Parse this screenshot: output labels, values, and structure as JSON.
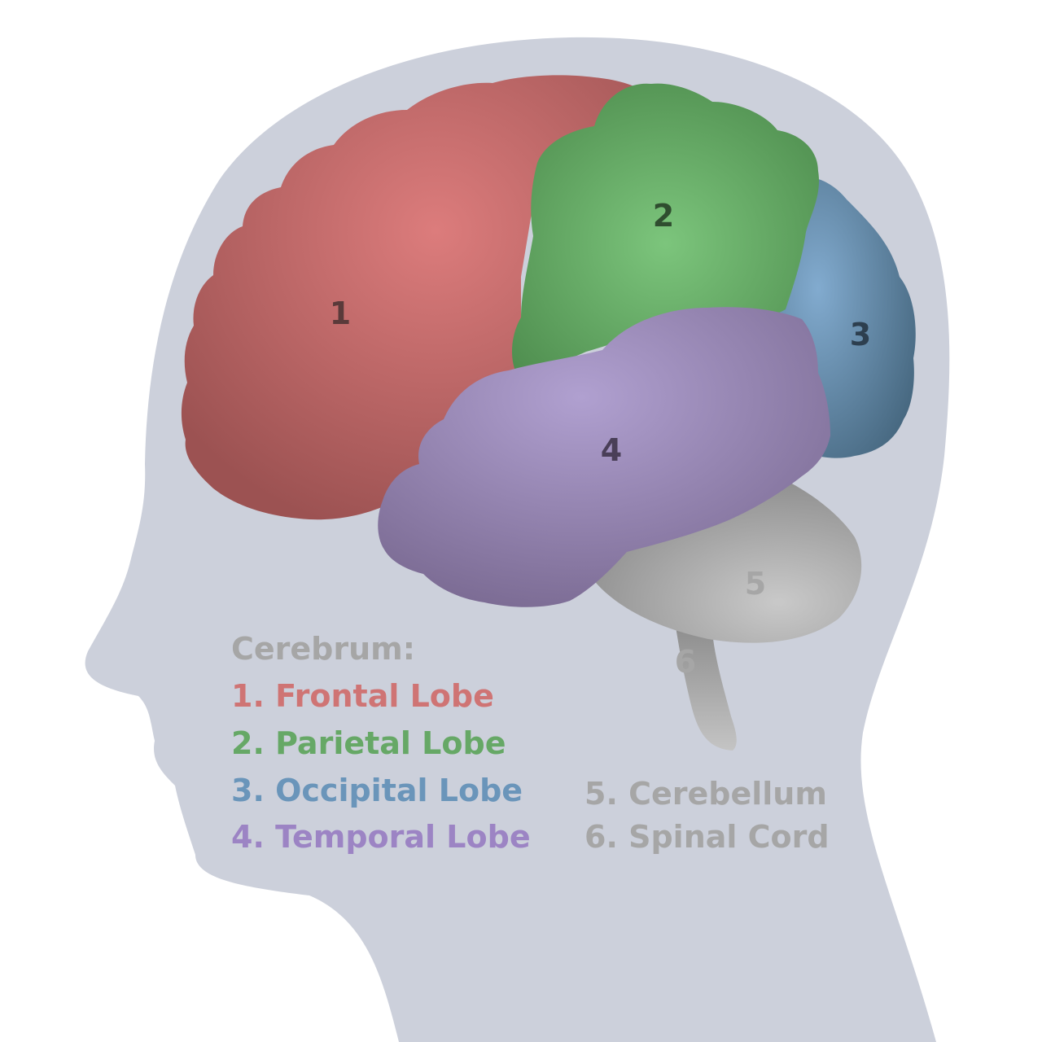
{
  "colors": {
    "head": "#ccd0db",
    "frontal": "#cf6b6b",
    "parietal": "#66ad66",
    "occipital": "#6a95ba",
    "temporal": "#a090bf",
    "cerebellum": "#b3b3b3",
    "spinal_cord": "#b8b8b8",
    "legend_grey": "#a6a6a6",
    "region_number": "#4a3b3b"
  },
  "regions": {
    "frontal": {
      "number": "1"
    },
    "parietal": {
      "number": "2"
    },
    "occipital": {
      "number": "3"
    },
    "temporal": {
      "number": "4"
    },
    "cerebellum": {
      "number": "5"
    },
    "spinal_cord": {
      "number": "6"
    }
  },
  "legend": {
    "heading": "Cerebrum:",
    "items": [
      "1. Frontal Lobe",
      "2. Parietal Lobe",
      "3. Occipital Lobe",
      "4. Temporal Lobe",
      "5. Cerebellum",
      "6. Spinal Cord"
    ]
  }
}
